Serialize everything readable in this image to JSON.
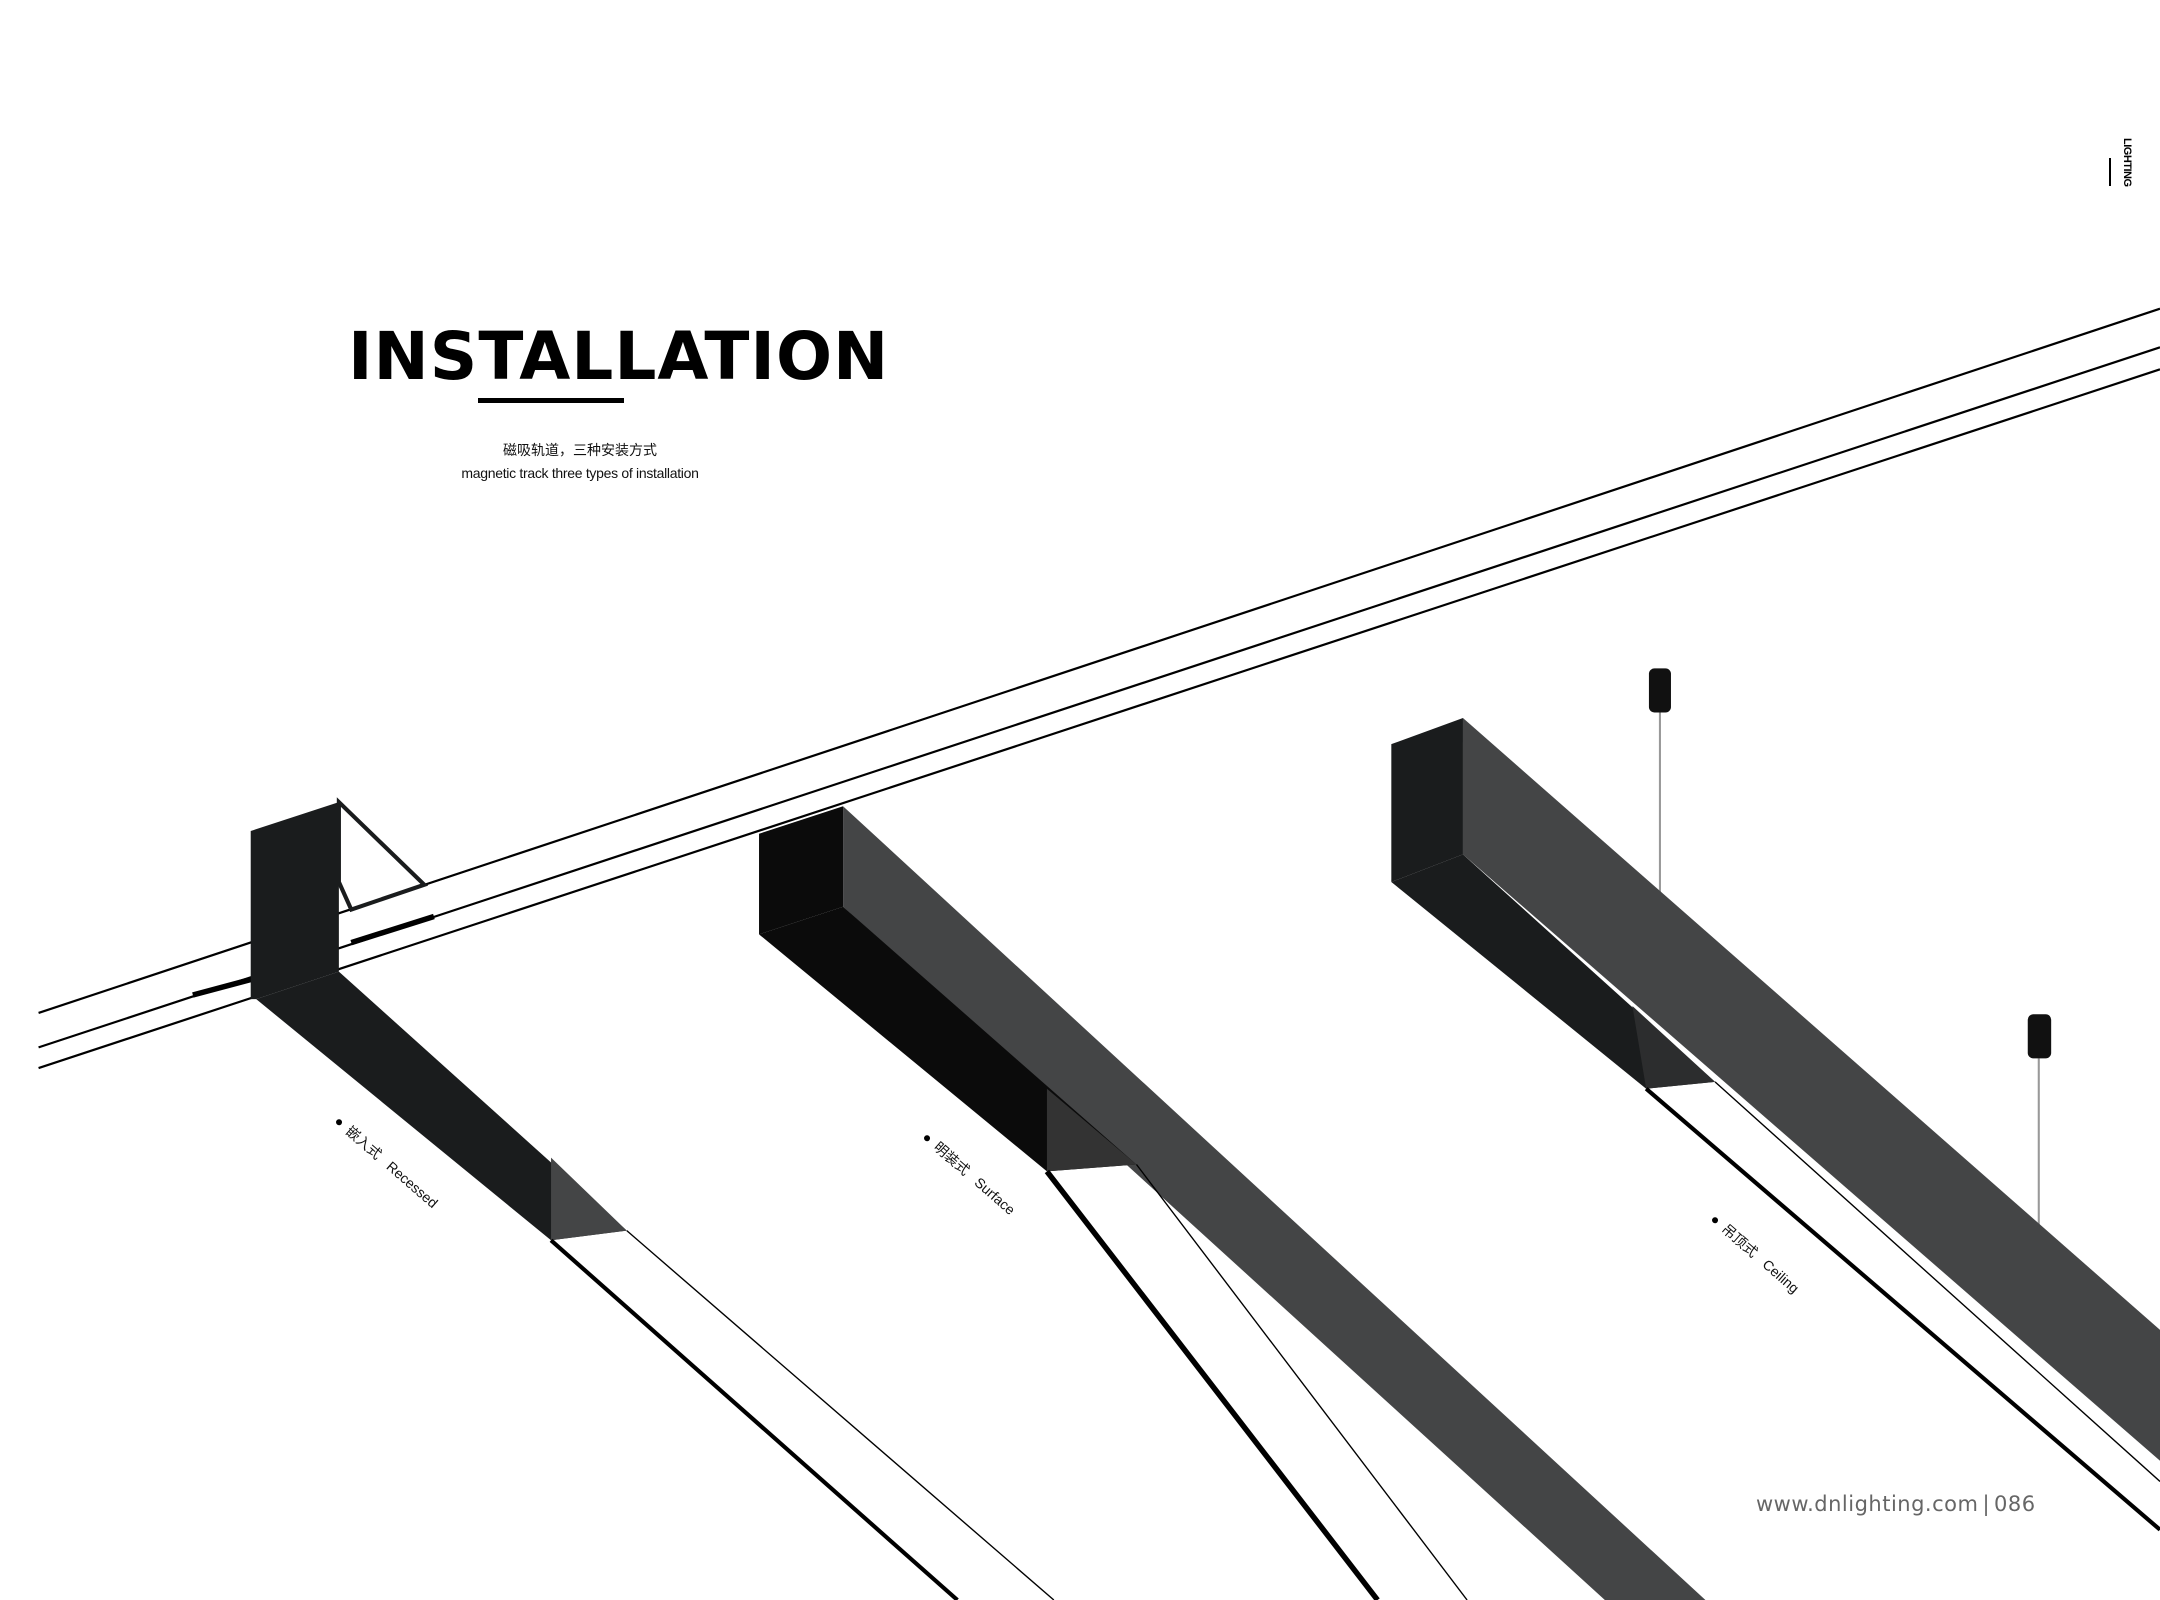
{
  "header": {
    "title": "INSTALLATION",
    "subtitle_cn": "磁吸轨道，三种安装方式",
    "subtitle_en": "magnetic track three types of installation",
    "brand_vertical": "LIGHTING"
  },
  "installations": [
    {
      "cn": "嵌入式",
      "en": "Recessed"
    },
    {
      "cn": "明装式",
      "en": "Surface"
    },
    {
      "cn": "吊顶式",
      "en": "Ceiling"
    }
  ],
  "footer": {
    "website": "www.dnlighting.com",
    "page_number": "086"
  },
  "colors": {
    "fixture_dark": "#1a1c1d",
    "fixture_gray": "#444546",
    "footer_text": "#666666"
  }
}
